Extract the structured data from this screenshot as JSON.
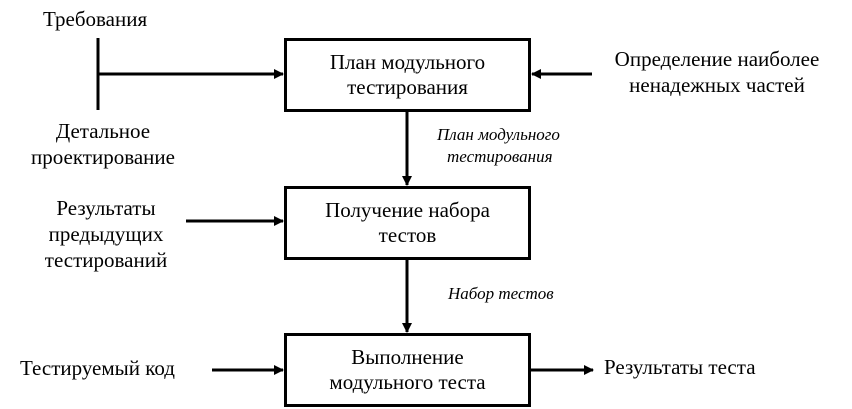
{
  "boxes": {
    "plan": {
      "line1": "План модульного",
      "line2": "тестирования"
    },
    "obtain": {
      "line1": "Получение набора",
      "line2": "тестов"
    },
    "execute": {
      "line1": "Выполнение",
      "line2": "модульного теста"
    }
  },
  "inputs": {
    "requirements": "Требования",
    "detailed_design": {
      "line1": "Детальное",
      "line2": "проектирование"
    },
    "unreliable_parts": {
      "line1": "Определение наиболее",
      "line2": "ненадежных частей"
    },
    "previous_results": {
      "line1": "Результаты",
      "line2": "предыдущих",
      "line3": "тестирований"
    },
    "code_under_test": "Тестируемый код"
  },
  "flows": {
    "plan_label": {
      "line1": "План модульного",
      "line2": "тестирования"
    },
    "test_set_label": "Набор тестов"
  },
  "outputs": {
    "test_results": "Результаты теста"
  }
}
